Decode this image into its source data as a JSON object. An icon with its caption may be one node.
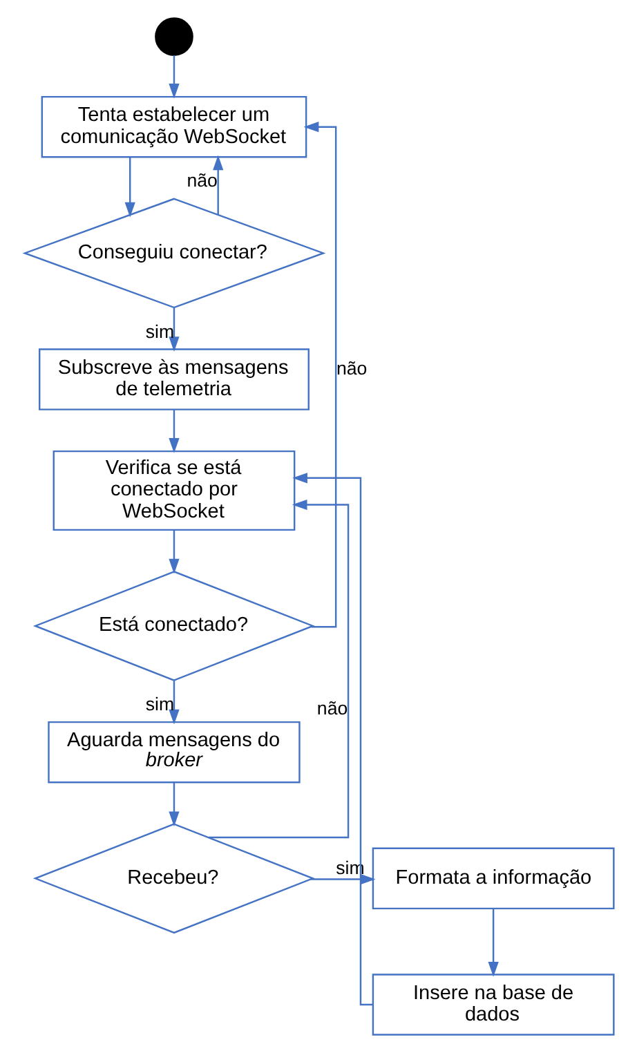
{
  "diagram": {
    "nodes": [
      {
        "text": [],
        "shape": "circle"
      },
      {
        "text": [
          "Tenta estabelecer um comunicação WebSocket"
        ]
      },
      {
        "text": [
          "Conseguiu conectar?"
        ]
      },
      {
        "text": [
          "Subscreve às mensagens de telemetria"
        ]
      },
      {
        "text": [
          "Verifica se está conectado por WebSocket"
        ]
      },
      {
        "text": [
          "Está conectado?"
        ]
      },
      {
        "text": [
          "Aguarda mensagens do *broker*"
        ]
      },
      {
        "text": [
          "Recebeu?"
        ]
      },
      {
        "text": [
          "Formata a informação"
        ]
      },
      {
        "text": [
          "Insere na base de dados"
        ]
      }
    ],
    "edges": [
      {
        "from": 0,
        "to": 1,
        "arrow": "to"
      },
      {
        "from": 1,
        "to": 2,
        "arrow": "to"
      },
      {
        "from": 2,
        "to": 3,
        "arrow": "to",
        "label": "sim"
      },
      {
        "from": 2,
        "to": 1,
        "arrow": "to",
        "label": "não"
      },
      {
        "from": 3,
        "to": 4,
        "arrow": "to"
      },
      {
        "from": 4,
        "to": 5,
        "arrow": "to"
      },
      {
        "from": 5,
        "to": 6,
        "arrow": "to",
        "label": "sim"
      },
      {
        "from": 5,
        "to": 1,
        "arrow": "to",
        "label": "não"
      },
      {
        "from": 6,
        "to": 7,
        "arrow": "to"
      },
      {
        "from": 7,
        "to": 4,
        "arrow": "to",
        "label": "não"
      },
      {
        "from": 7,
        "to": 8,
        "arrow": "to",
        "label": "sim"
      },
      {
        "from": 8,
        "to": 9,
        "arrow": "to"
      },
      {
        "from": 9,
        "to": 4,
        "arrow": "to"
      }
    ]
  }
}
